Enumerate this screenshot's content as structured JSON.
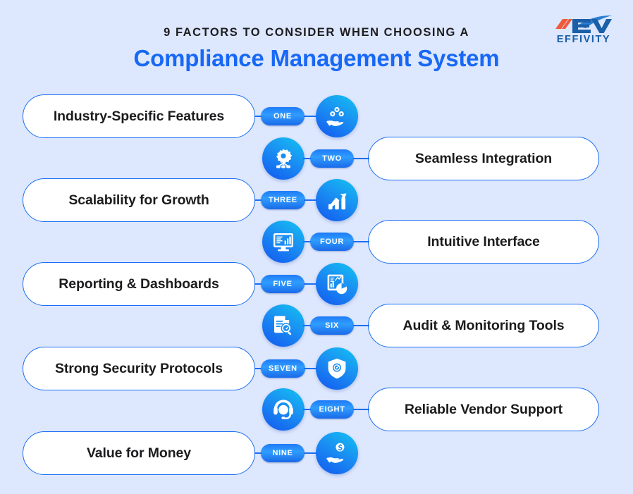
{
  "header": {
    "eyebrow": "9 FACTORS TO CONSIDER WHEN CHOOSING A",
    "headline": "Compliance Management System",
    "headline_color": "#1768f5",
    "eyebrow_color": "#1d1d1f"
  },
  "logo": {
    "mark_text": "EV",
    "wordmark": "EFFIVITY",
    "mark_color": "#1a5fa8",
    "accent_color": "#ef5a3c",
    "swoosh_color": "#2b7fd4"
  },
  "theme": {
    "background": "#dde7fd",
    "card_background": "#ffffff",
    "card_border": "#1b6ef3",
    "badge_gradient_from": "#2f9dff",
    "badge_gradient_to": "#1a6ae8",
    "disc_gradient_from": "#13c3f3",
    "disc_gradient_to": "#1358ef",
    "connector": "#1b6ef3"
  },
  "items": [
    {
      "number": "ONE",
      "label": "Industry-Specific Features",
      "icon": "hand-holding-coins-icon",
      "side": "left"
    },
    {
      "number": "TWO",
      "label": "Seamless Integration",
      "icon": "gear-network-icon",
      "side": "right"
    },
    {
      "number": "THREE",
      "label": "Scalability for Growth",
      "icon": "growth-bar-chart-icon",
      "side": "left"
    },
    {
      "number": "FOUR",
      "label": "Intuitive Interface",
      "icon": "monitor-dashboard-icon",
      "side": "right"
    },
    {
      "number": "FIVE",
      "label": "Reporting & Dashboards",
      "icon": "report-chart-pie-icon",
      "side": "left"
    },
    {
      "number": "SIX",
      "label": "Audit & Monitoring Tools",
      "icon": "document-magnifier-icon",
      "side": "right"
    },
    {
      "number": "SEVEN",
      "label": "Strong Security Protocols",
      "icon": "shield-check-icon",
      "side": "left"
    },
    {
      "number": "EIGHT",
      "label": "Reliable Vendor Support",
      "icon": "headset-support-icon",
      "side": "right"
    },
    {
      "number": "NINE",
      "label": "Value for Money",
      "icon": "hand-holding-dollar-icon",
      "side": "left"
    }
  ]
}
